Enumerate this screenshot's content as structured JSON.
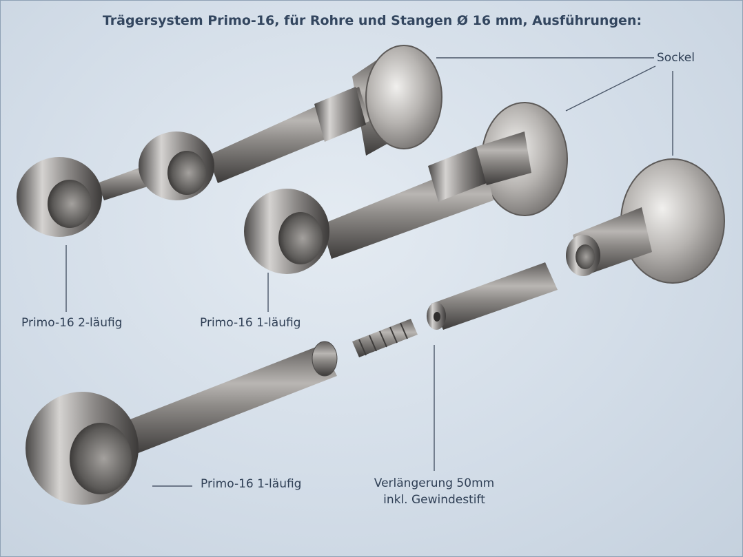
{
  "title": "Trägersystem Primo-16, für Rohre und Stangen Ø 16 mm, Ausführungen:",
  "labels": {
    "sockel": "Sockel",
    "double": "Primo-16 2-läufig",
    "single_top": "Primo-16 1-läufig",
    "single_bottom": "Primo-16 1-läufig",
    "extension_line1": "Verlängerung 50mm",
    "extension_line2": "inkl. Gewindestift"
  },
  "colors": {
    "background": "#d3dde8",
    "title": "#33465f",
    "text": "#2f3f55",
    "leader": "#4a5668",
    "metal": "#8a8785"
  }
}
